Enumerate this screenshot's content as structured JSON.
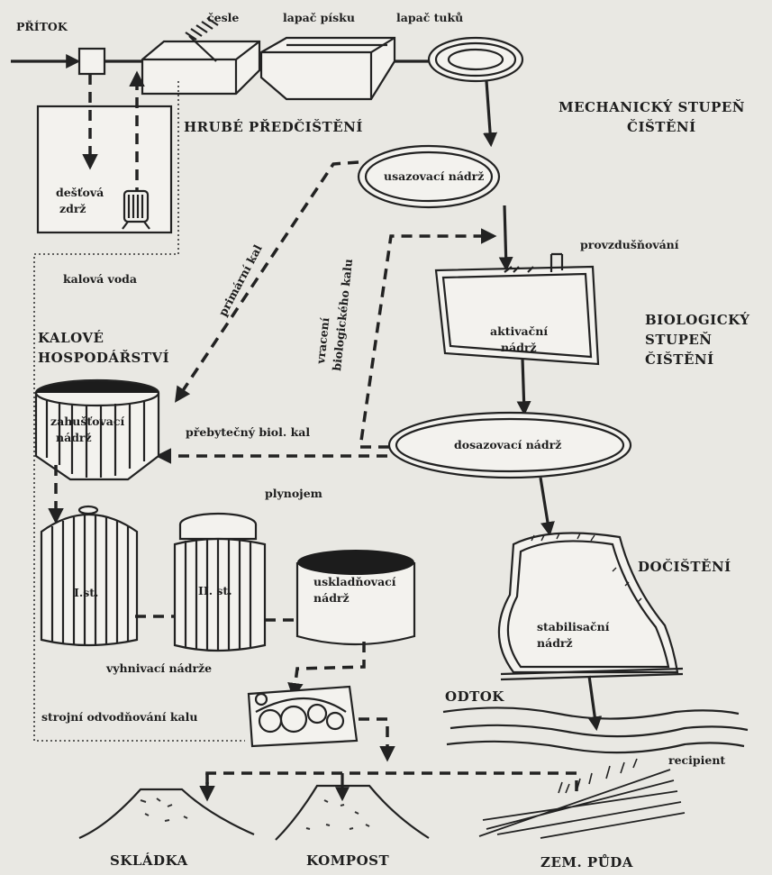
{
  "labels": {
    "pritok": "PŘÍTOK",
    "cesle": "česle",
    "lapac_pisku": "lapač písku",
    "lapac_tuku": "lapač tuků",
    "hrube_predcisteni": "HRUBÉ PŘEDČIŠTĚNÍ",
    "mechanicky_1": "MECHANICKÝ STUPEŇ",
    "mechanicky_2": "ČIŠTĚNÍ",
    "destova_1": "dešťová",
    "destova_2": "zdrž",
    "usazovaci": "usazovací nádrž",
    "kalova_voda": "kalová voda",
    "primarni_kal": "primární kal",
    "provzdusnovani": "provzdušňování",
    "vraceni_1": "vracení",
    "vraceni_2": "biologického kalu",
    "aktivacni_1": "aktivační",
    "aktivacni_2": "nádrž",
    "biologicky_1": "BIOLOGICKÝ",
    "biologicky_2": "STUPEŇ",
    "biologicky_3": "ČIŠTĚNÍ",
    "kalove_1": "KALOVÉ",
    "kalove_2": "HOSPODÁŘSTVÍ",
    "zahustovaci_1": "zahušťovací",
    "zahustovaci_2": "nádrž",
    "prebytecny": "přebytečný biol. kal",
    "dosazovaci": "dosazovací nádrž",
    "plynojem": "plynojem",
    "ist": "I.st.",
    "iist": "II. st.",
    "uskladnovaci_1": "uskladňovací",
    "uskladnovaci_2": "nádrž",
    "docisteni": "DOČIŠTĚNÍ",
    "stabilizacni_1": "stabilisační",
    "stabilizacni_2": "nádrž",
    "vyhnivaci": "vyhnivací nádrže",
    "odtok": "ODTOK",
    "strojni": "strojní odvodňování kalu",
    "recipient": "recipient",
    "skladka": "SKLÁDKA",
    "kompost": "KOMPOST",
    "zem_puda": "ZEM. PŮDA"
  }
}
